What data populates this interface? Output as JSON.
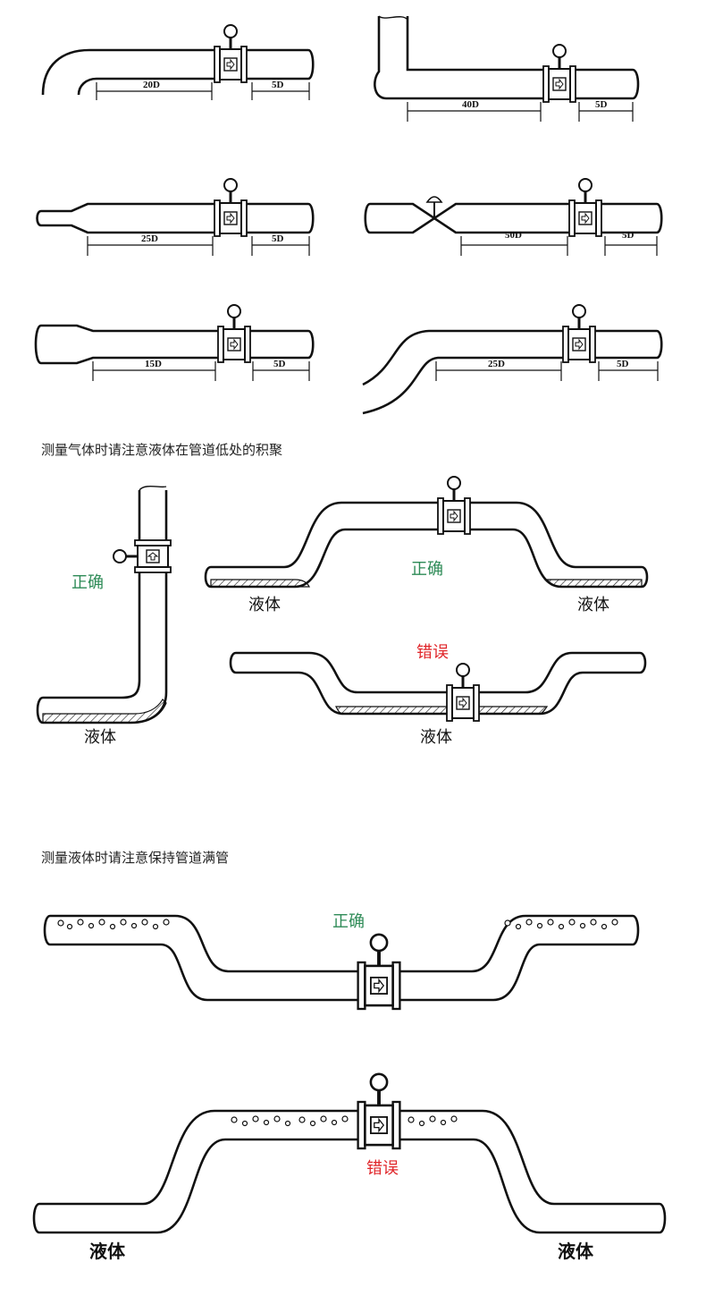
{
  "straight_run_examples": [
    {
      "upstream": "20D",
      "downstream": "5D"
    },
    {
      "upstream": "40D",
      "downstream": "5D"
    },
    {
      "upstream": "25D",
      "downstream": "5D"
    },
    {
      "upstream": "50D",
      "downstream": "5D"
    },
    {
      "upstream": "15D",
      "downstream": "5D"
    },
    {
      "upstream": "25D",
      "downstream": "5D"
    }
  ],
  "gas_section": {
    "title": "测量气体时请注意液体在管道低处的积聚",
    "vertical": {
      "status": "正确",
      "liquid": "液体"
    },
    "raised": {
      "status": "正确",
      "liquid_left": "液体",
      "liquid_right": "液体"
    },
    "low": {
      "status": "错误",
      "liquid": "液体"
    }
  },
  "liquid_section": {
    "title": "测量液体时请注意保持管道满管",
    "low": {
      "status": "正确"
    },
    "raised": {
      "status": "错误",
      "liquid_left": "液体",
      "liquid_right": "液体"
    }
  },
  "colors": {
    "correct": "#2e8b57",
    "wrong": "#e0262a"
  }
}
